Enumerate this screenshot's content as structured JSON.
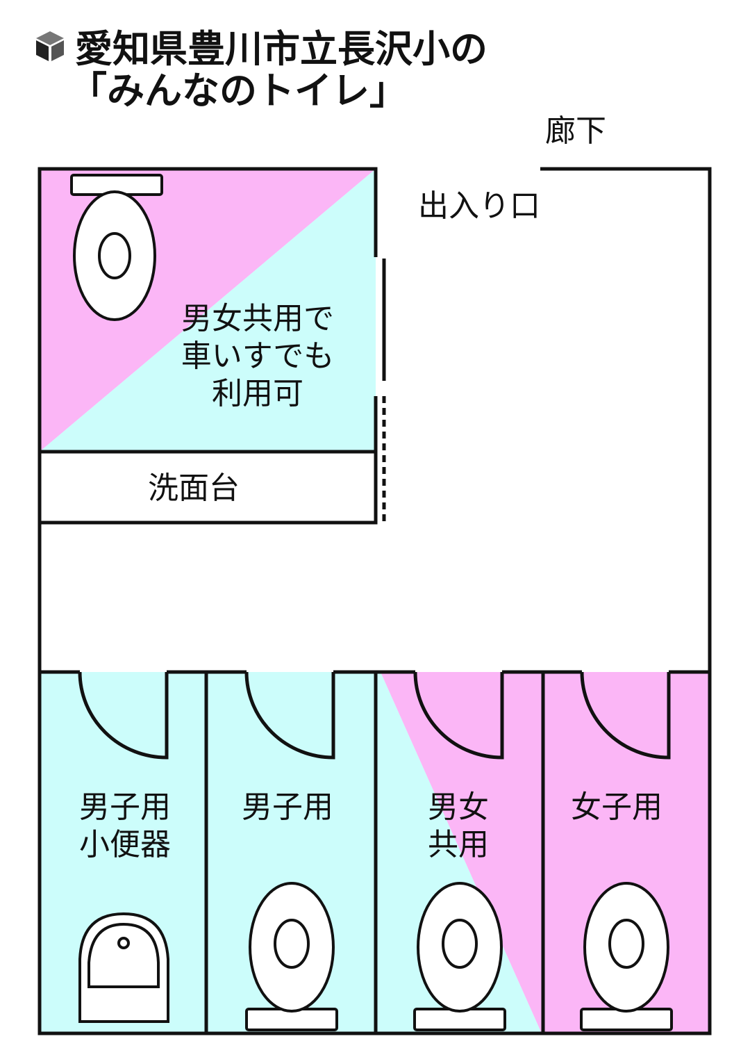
{
  "title": {
    "line1": "愛知県豊川市立長沢小の",
    "line2": "「みんなのトイレ」",
    "icon": "cube-icon"
  },
  "labels": {
    "corridor": "廊下",
    "entrance": "出入り口",
    "accessible_room": [
      "男女共用で",
      "車いすでも",
      "利用可"
    ],
    "sink": "洗面台",
    "stall_urinal": [
      "男子用",
      "小便器"
    ],
    "stall_male": "男子用",
    "stall_unisex": [
      "男女",
      "共用"
    ],
    "stall_female": "女子用"
  },
  "colors": {
    "male": "#ccfdfb",
    "female": "#fbb6f6",
    "wall": "#111111"
  }
}
